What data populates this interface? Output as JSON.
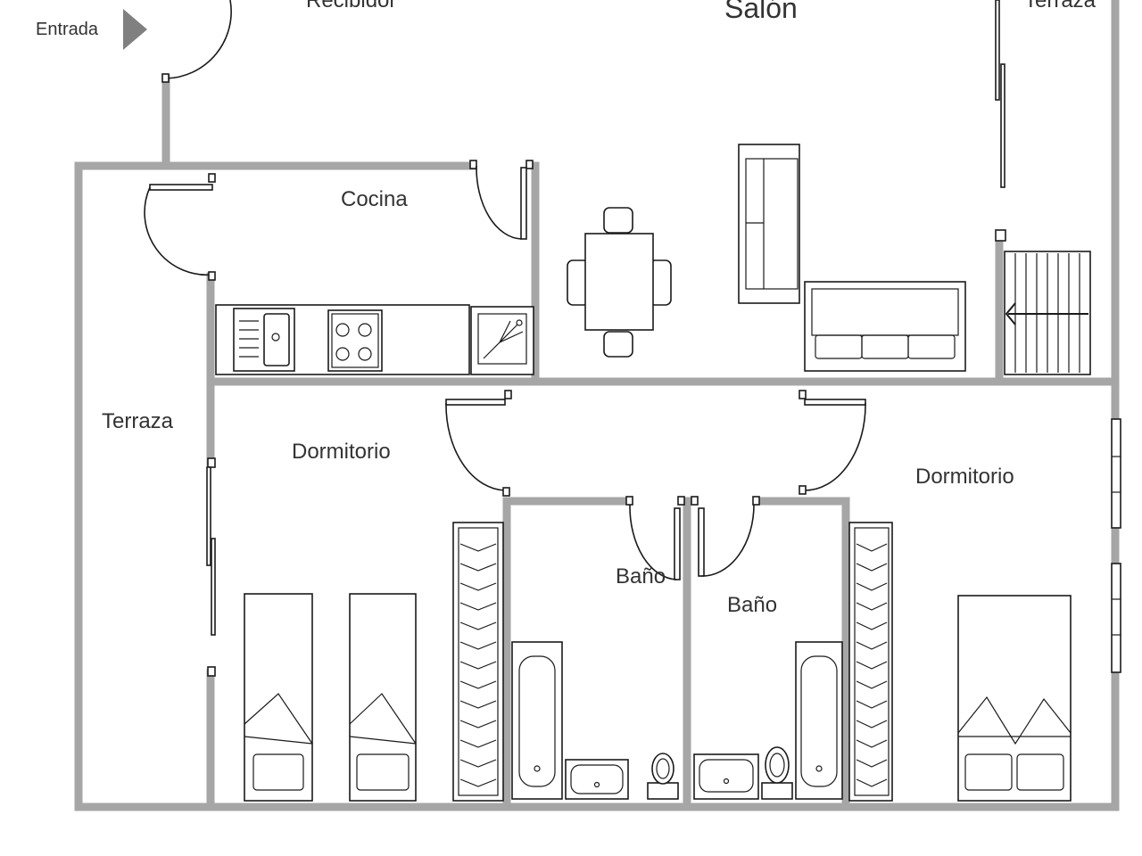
{
  "rooms": {
    "entrada": "Entrada",
    "recibidor": "Recibidor",
    "salon": "Salón",
    "terraza_top": "Terraza",
    "cocina": "Cocina",
    "terraza_left": "Terraza",
    "dormitorio_left": "Dormitorio",
    "dormitorio_right": "Dormitorio",
    "bano_left": "Baño",
    "bano_right": "Baño"
  },
  "colors": {
    "wall": "#a6a6a6",
    "line": "#1a1a1a",
    "text": "#333333",
    "arrow": "#808080"
  },
  "icons": [
    "entrance-arrow-icon",
    "sink-icon",
    "cooktop-icon",
    "shower-icon",
    "toilet-icon",
    "bathtub-icon",
    "bed-icon",
    "sofa-icon",
    "table-icon",
    "stairs-icon",
    "wardrobe-icon"
  ]
}
